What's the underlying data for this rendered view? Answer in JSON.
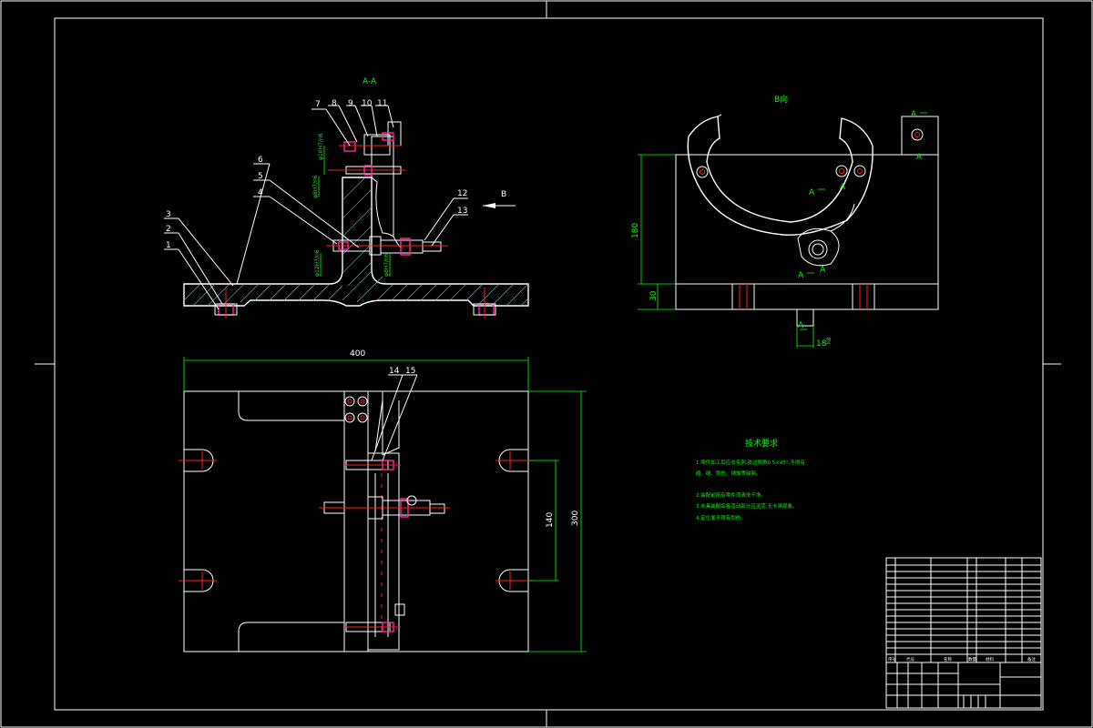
{
  "views": {
    "section_title": "A-A",
    "side_view_title": "B向",
    "view_arrow_label": "B",
    "section_marker": "A"
  },
  "part_numbers": [
    "1",
    "2",
    "3",
    "4",
    "5",
    "6",
    "7",
    "8",
    "9",
    "10",
    "11",
    "12",
    "13",
    "14",
    "15"
  ],
  "dimensions": {
    "overall_width": "400",
    "overall_depth": "300",
    "slot_spacing": "140",
    "side_height": "180",
    "base_height": "30",
    "key_width": "18"
  },
  "fits": {
    "fit_1": "φ10H7/n6",
    "fit_2": "φ8H7/n6",
    "fit_3": "φ12H7/n6",
    "fit_4": "φ8H7/n6",
    "key_tol": "h8"
  },
  "notes": {
    "title": "技术要求",
    "lines": [
      "1.零件加工后应去毛刺,锐边倒角0.5×45°,不得有",
      "磕、碰、划伤、锈蚀等缺陷。",
      "2.装配前所有零件须清洗干净。",
      "3.夹具装配后各活动部分应灵活,无卡滞现象。",
      "4.定位面不得有划伤。"
    ]
  },
  "title_block": {
    "footer_cells": [
      "序号",
      "代号",
      "名称",
      "数量",
      "材料",
      "备注"
    ]
  }
}
